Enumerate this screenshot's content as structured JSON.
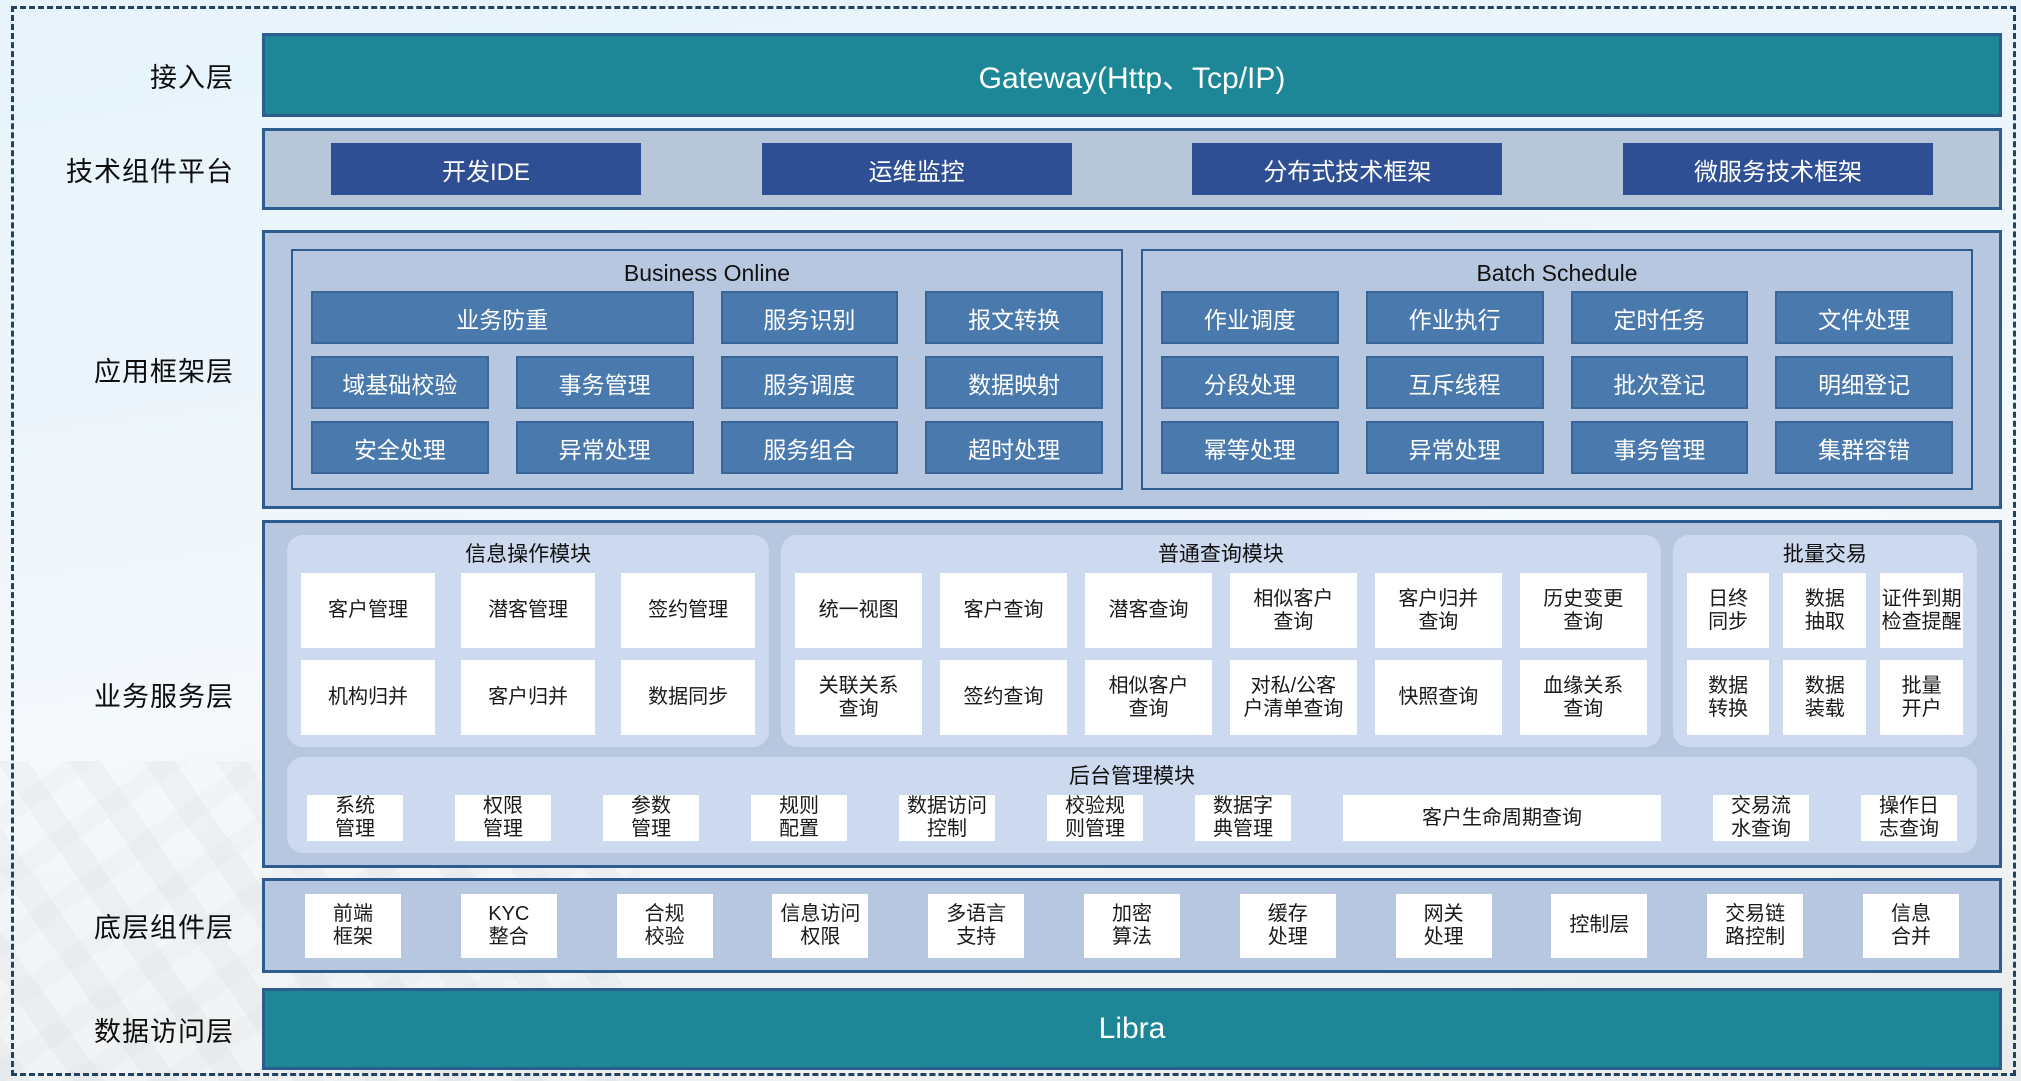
{
  "colors": {
    "teal": "#1d8798",
    "dark_blue_button": "#2f4f94",
    "steel_blue_button": "#4a7aad",
    "panel_blue": "#b7c7e0",
    "subpanel_blue": "#cdd9ee",
    "border_blue": "#2d5c8e",
    "dashed_frame": "#24415e"
  },
  "access": {
    "label": "接入层",
    "gateway": "Gateway(Http、Tcp/IP)"
  },
  "tech_platform": {
    "label": "技术组件平台",
    "items": [
      "开发IDE",
      "运维监控",
      "分布式技术框架",
      "微服务技术框架"
    ]
  },
  "app_framework": {
    "label": "应用框架层",
    "business_online": {
      "title": "Business Online",
      "items": [
        {
          "t": "业务防重",
          "cls": "span2"
        },
        "服务识别",
        "报文转换",
        "域基础校验",
        "事务管理",
        "服务调度",
        "数据映射",
        "安全处理",
        "异常处理",
        "服务组合",
        "超时处理"
      ]
    },
    "batch_schedule": {
      "title": "Batch Schedule",
      "items": [
        "作业调度",
        "作业执行",
        "定时任务",
        "文件处理",
        "分段处理",
        "互斥线程",
        "批次登记",
        "明细登记",
        "幂等处理",
        "异常处理",
        "事务管理",
        "集群容错"
      ]
    }
  },
  "business_service": {
    "label": "业务服务层",
    "info_module": {
      "title": "信息操作模块",
      "items": [
        "客户管理",
        "潜客管理",
        "签约管理",
        "机构归并",
        "客户归并",
        "数据同步"
      ]
    },
    "query_module": {
      "title": "普通查询模块",
      "items": [
        "统一视图",
        "客户查询",
        "潜客查询",
        "相似客户\n查询",
        "客户归并\n查询",
        "历史变更\n查询",
        "关联关系\n查询",
        "签约查询",
        "相似客户\n查询",
        "对私/公客\n户清单查询",
        "快照查询",
        "血缘关系\n查询"
      ]
    },
    "batch_trade": {
      "title": "批量交易",
      "items": [
        "日终\n同步",
        "数据\n抽取",
        "证件到期\n检查提醒",
        "数据\n转换",
        "数据\n装载",
        "批量\n开户"
      ]
    },
    "admin_module": {
      "title": "后台管理模块",
      "items": [
        "系统\n管理",
        "权限\n管理",
        "参数\n管理",
        "规则\n配置",
        "数据访问\n控制",
        "校验规\n则管理",
        "数据字\n典管理",
        {
          "t": "客户生命周期查询",
          "cls": "admin-wide"
        },
        "交易流\n水查询",
        "操作日\n志查询"
      ]
    }
  },
  "base_components": {
    "label": "底层组件层",
    "items": [
      "前端\n框架",
      "KYC\n整合",
      "合规\n校验",
      "信息访问\n权限",
      "多语言\n支持",
      "加密\n算法",
      "缓存\n处理",
      "网关\n处理",
      "控制层",
      "交易链\n路控制",
      "信息\n合并"
    ]
  },
  "data_access": {
    "label": "数据访问层",
    "bar": "Libra"
  }
}
